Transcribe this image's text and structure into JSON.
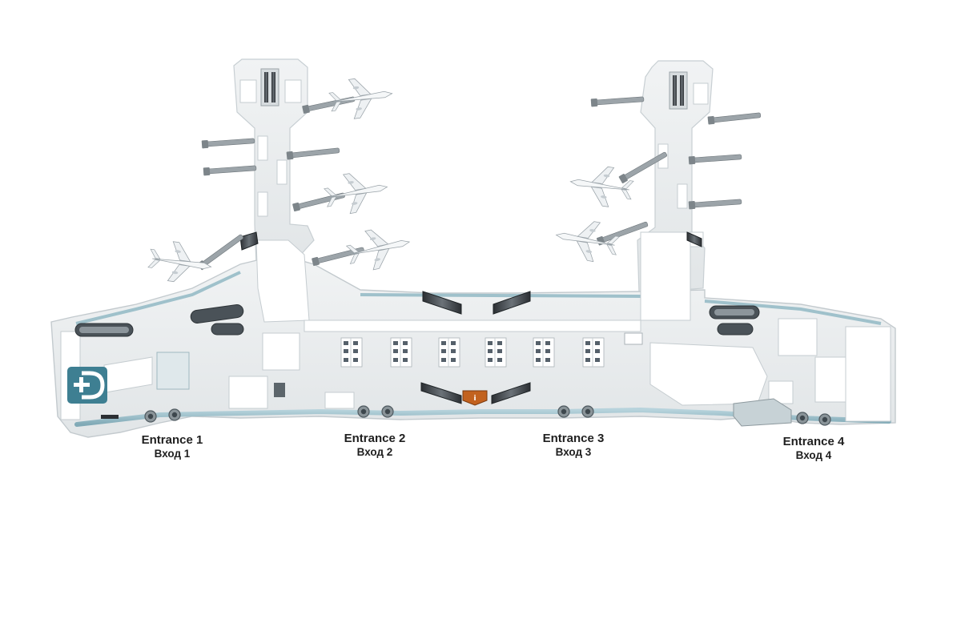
{
  "map": {
    "logo_icon": "dme-plus-logo",
    "colors": {
      "floor": "#e9ecee",
      "wall": "#ffffff",
      "glass": "#8fb8c4",
      "logo": "#3e7f92",
      "info_badge": "#c2621f"
    },
    "entrances": [
      {
        "label_en": "Entrance 1",
        "label_ru": "Вход 1"
      },
      {
        "label_en": "Entrance 2",
        "label_ru": "Вход 2"
      },
      {
        "label_en": "Entrance 3",
        "label_ru": "Вход 3"
      },
      {
        "label_en": "Entrance 4",
        "label_ru": "Вход 4"
      }
    ]
  }
}
